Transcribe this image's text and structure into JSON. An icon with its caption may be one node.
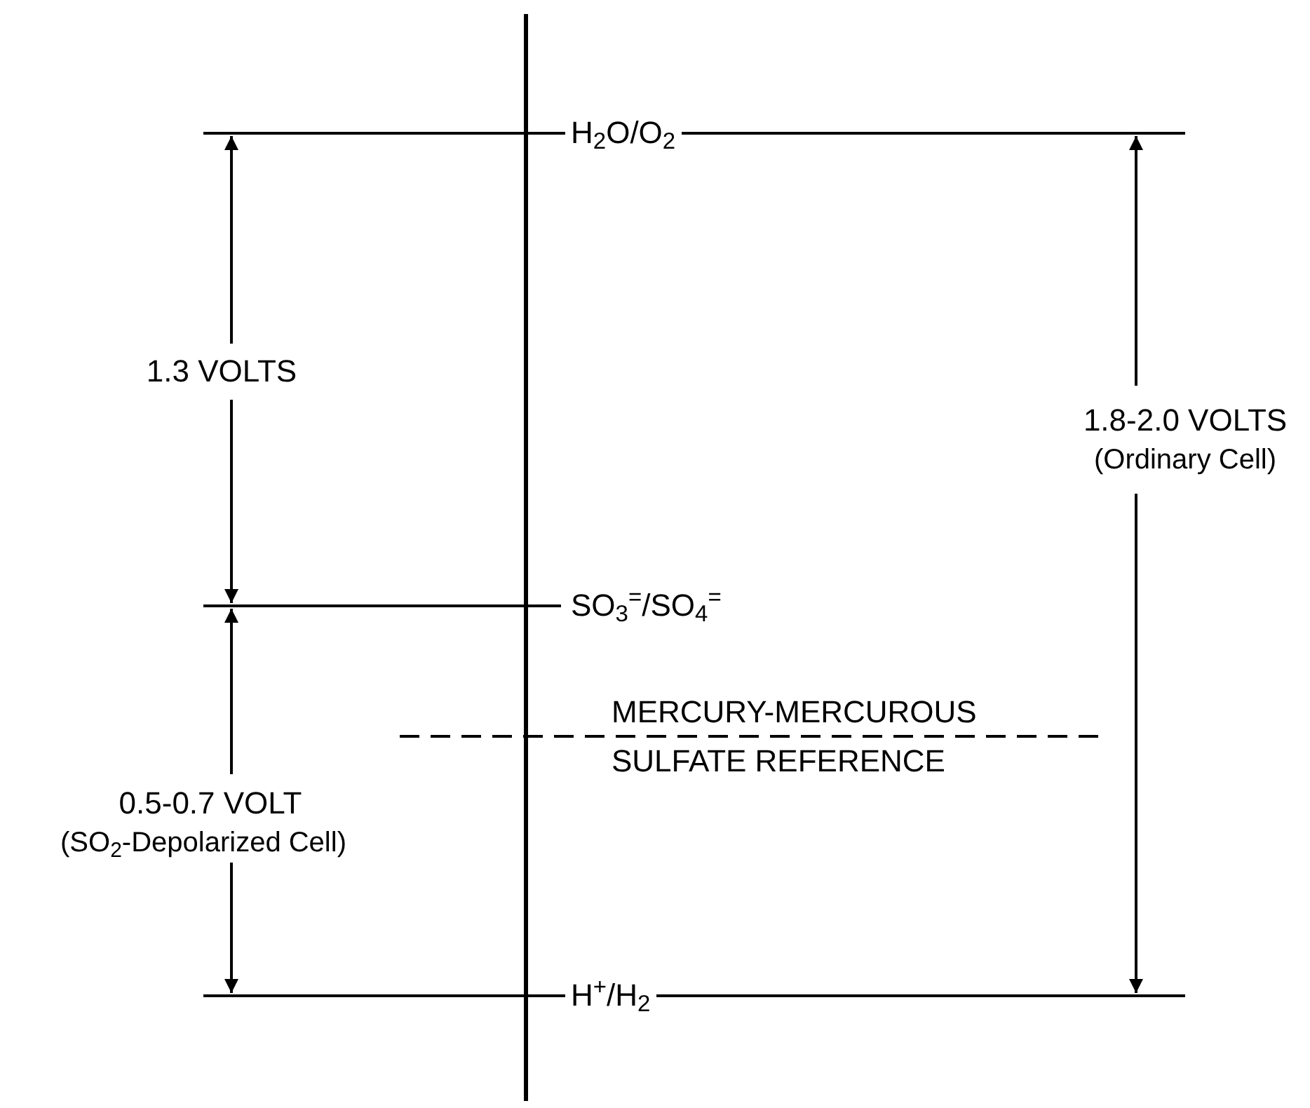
{
  "diagram": {
    "labels": [
      "H$_{2}$O/O$_{2}$",
      "1.3 VOLTS",
      "1.8-2.0 VOLTS",
      "(Ordinary Cell)",
      "SO$_{3}$$^{=}$/SO$_{4}$$^{=}$",
      "MERCURY-MERCUROUS",
      "SULFATE REFERENCE",
      "0.5-0.7 VOLT",
      "(SO$_{2}$-Depolarized Cell)",
      "H$^{+}$/H$_{2}$"
    ]
  }
}
